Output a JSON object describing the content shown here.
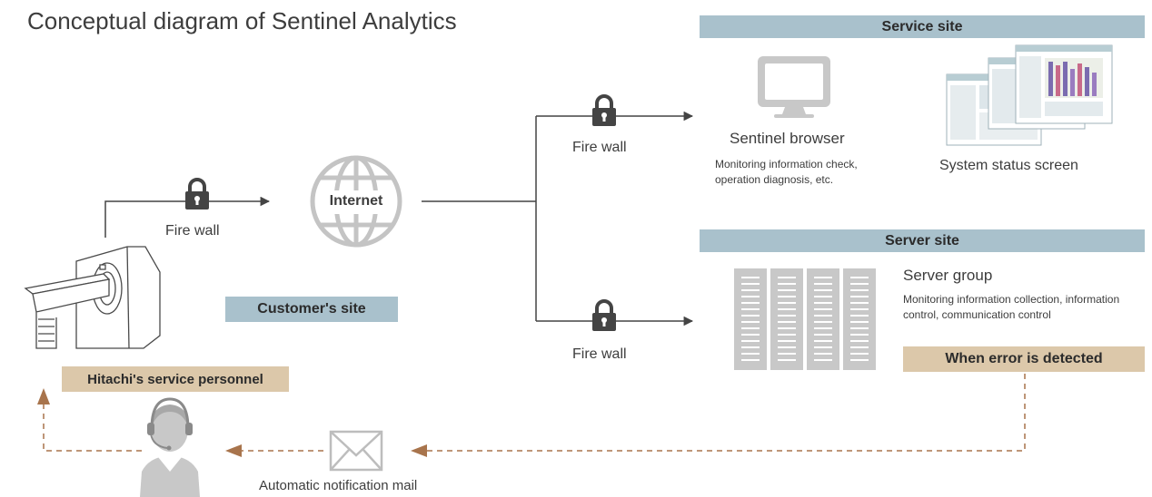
{
  "title": "Conceptual diagram of Sentinel Analytics",
  "service_site": {
    "header": "Service site",
    "browser_label": "Sentinel browser",
    "browser_desc": "Monitoring information check, operation diagnosis, etc.",
    "status_screen_label": "System status screen"
  },
  "server_site": {
    "header": "Server site",
    "group_label": "Server group",
    "group_desc": "Monitoring information collection, information control, communication control",
    "error_badge": "When error is detected"
  },
  "internet_label": "Internet",
  "firewall_label": "Fire wall",
  "customer_site_label": "Customer's site",
  "personnel_label": "Hitachi's service personnel",
  "mail_label": "Automatic notification mail",
  "colors": {
    "site_header_bg": "#a9c1cc",
    "badge_bg": "#dcc8aa",
    "dashed_arrow": "#a8744c",
    "icon_gray": "#c8c8c8",
    "line_dark": "#444444"
  }
}
